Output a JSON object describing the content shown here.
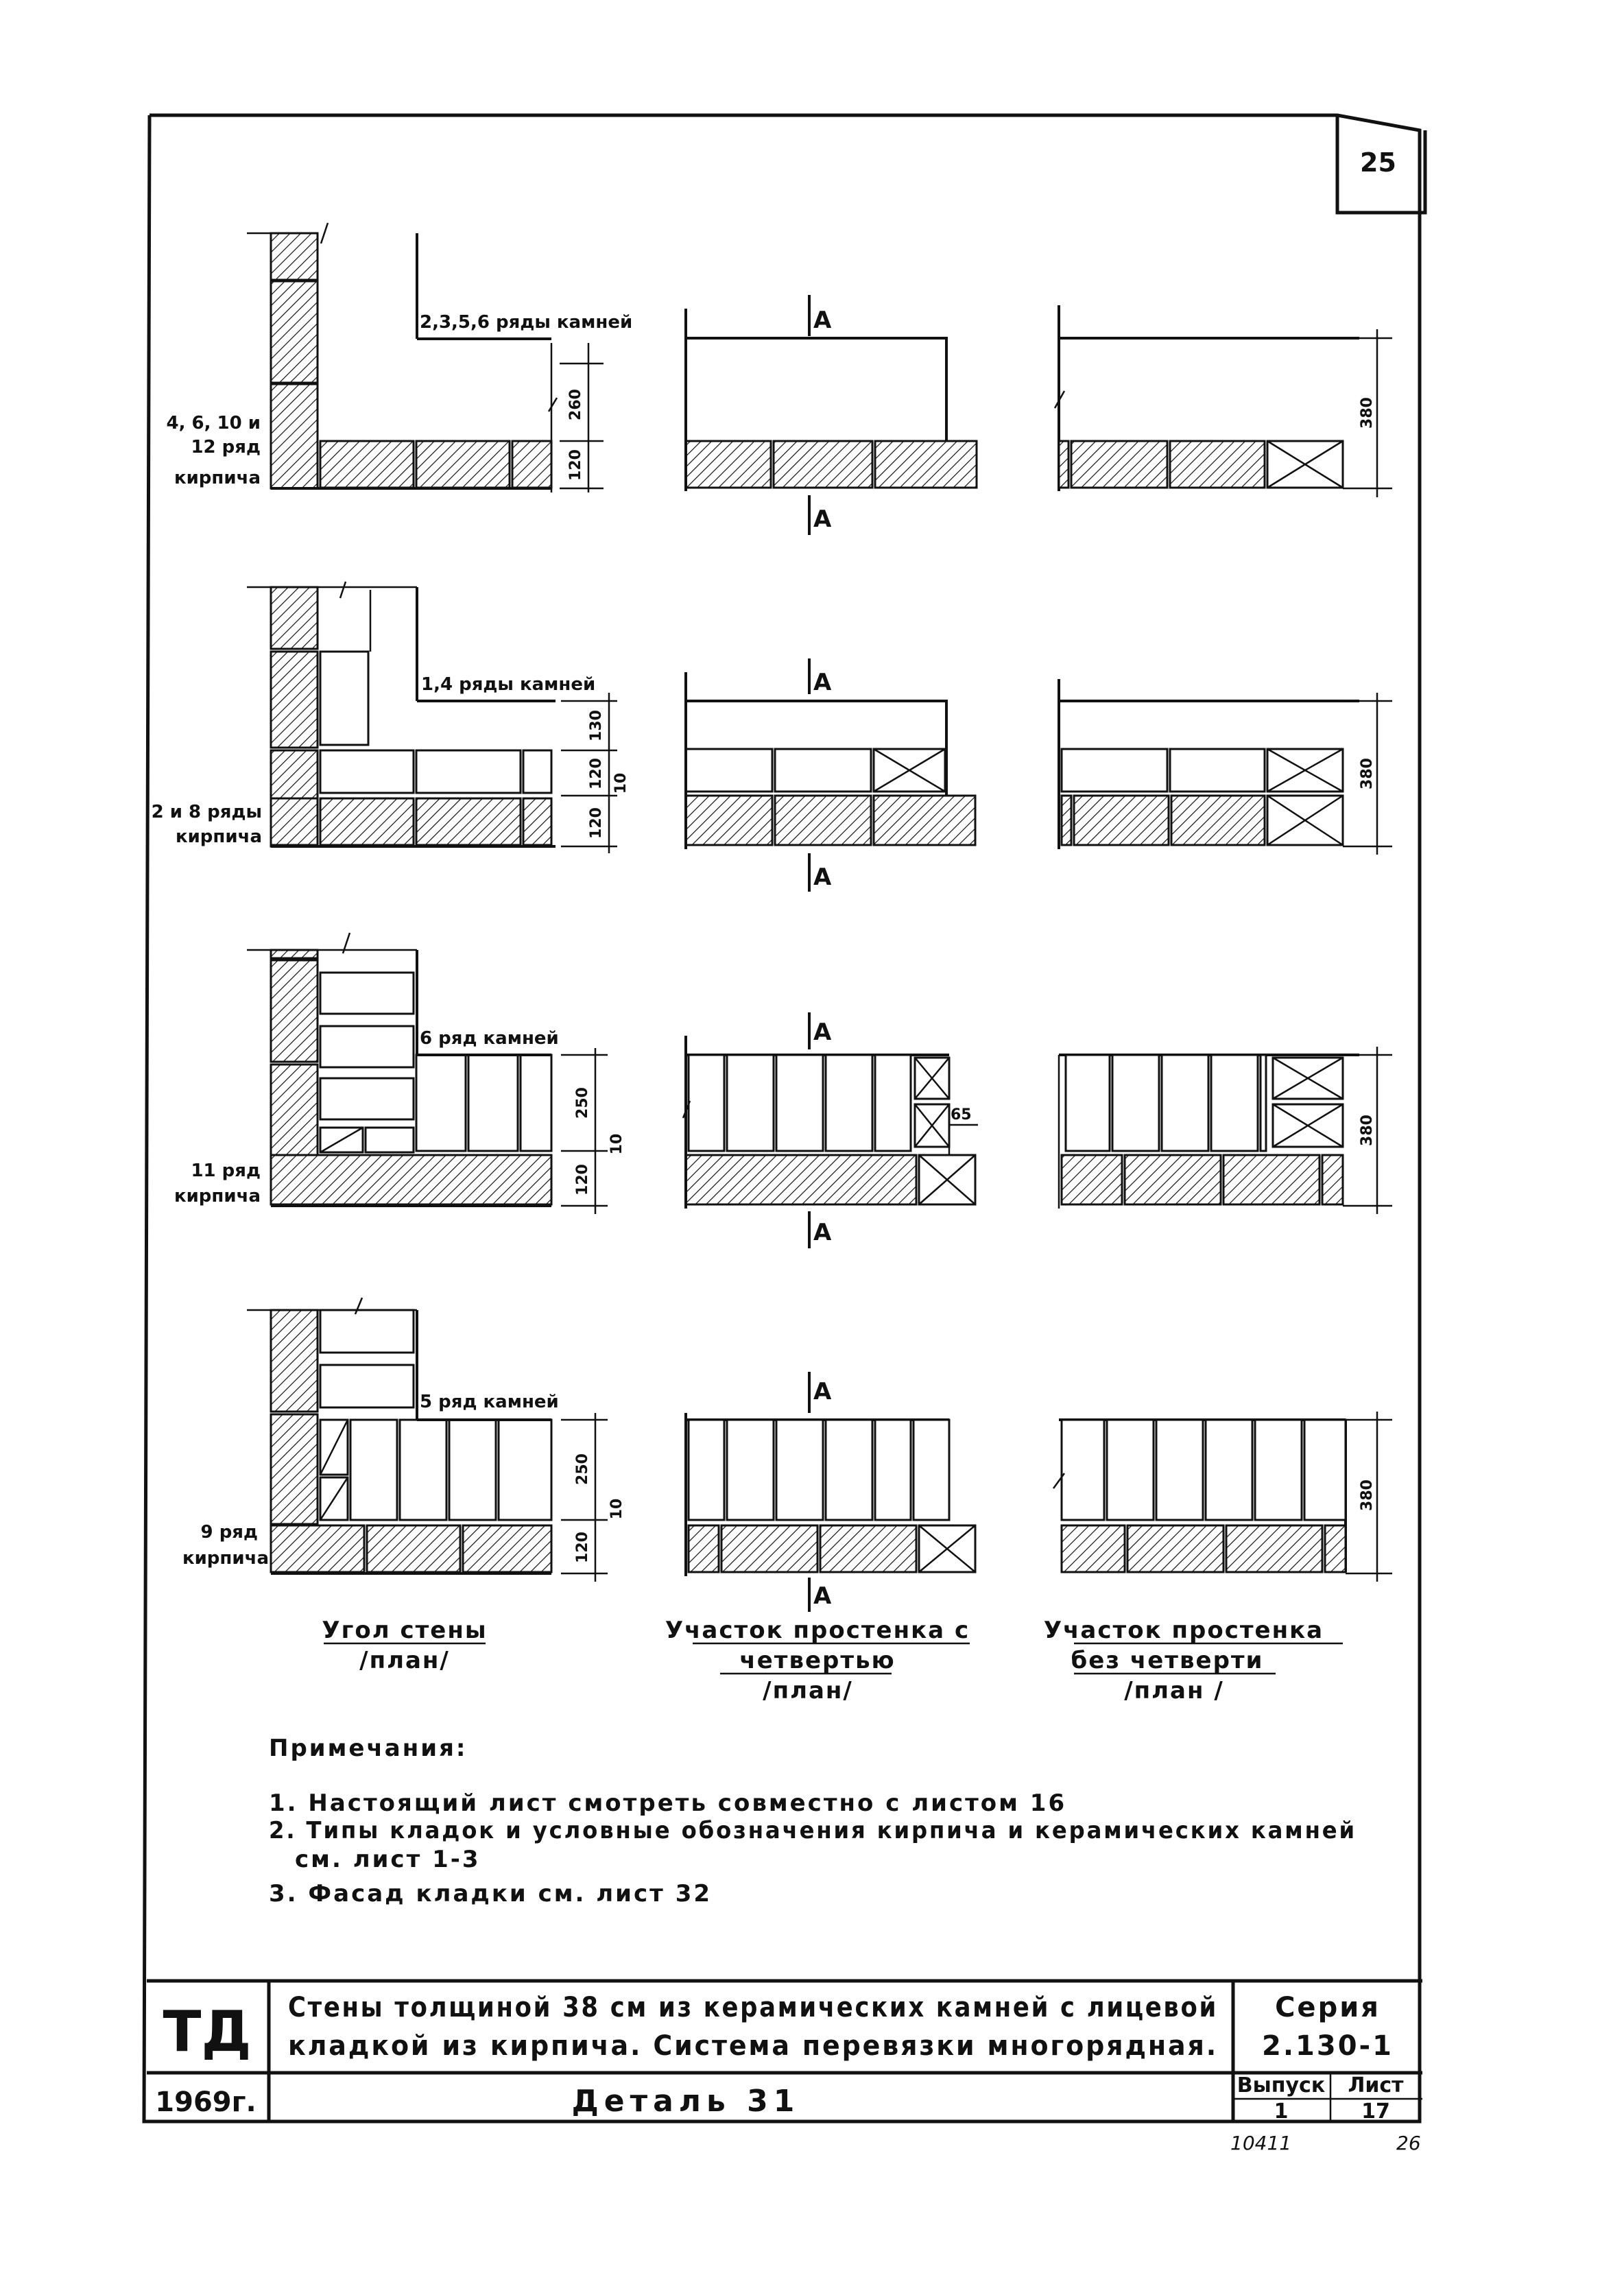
{
  "sheet_number": "25",
  "row_labels": [
    "4, 6, 10 и 12 ряд кирпича",
    "2 и 8 ряды кирпича",
    "11 ряд кирпича",
    "9 ряд кирпича"
  ],
  "row_label_lines": [
    [
      "4, 6, 10 и",
      "12 ряд",
      "кирпича"
    ],
    [
      "2 и 8 ряды",
      "кирпича"
    ],
    [
      "11 ряд",
      "кирпича"
    ],
    [
      "9 ряд",
      "кирпича"
    ]
  ],
  "stone_row_labels": [
    "2,3,5,6 ряды камней",
    "1,4 ряды камней",
    "6 ряд камней",
    "5 ряд камней"
  ],
  "section_mark": "А",
  "dimensions": {
    "row1_left": [
      "260",
      "120"
    ],
    "row2_left": [
      "130",
      "120",
      "10",
      "120"
    ],
    "row3_left": [
      "250",
      "10",
      "120"
    ],
    "row4_left": [
      "250",
      "10",
      "120"
    ],
    "row3_mid": "65",
    "right": "380"
  },
  "captions": [
    {
      "lines": [
        "Угол стены",
        "/план/"
      ]
    },
    {
      "lines": [
        "Участок простенка с",
        "четвертью",
        "/план/"
      ]
    },
    {
      "lines": [
        "Участок простенка",
        "без четверти",
        "/план /"
      ]
    }
  ],
  "notes": {
    "title": "Примечания:",
    "items": [
      "1. Настоящий лист смотреть совместно с листом 16",
      "2. Типы кладок и условные обозначения кирпича и керамических камней",
      "см. лист 1-3",
      "3. Фасад кладки см. лист 32"
    ]
  },
  "title_block": {
    "org": "ТД",
    "title_lines": [
      "Стены толщиной 38 см из керамических камней с лицевой",
      "кладкой из кирпича. Система перевязки многорядная."
    ],
    "series_label": "Серия",
    "series_value": "2.130-1",
    "year": "1969г.",
    "detail": "Деталь 31",
    "issue_label": "Выпуск",
    "issue_value": "1",
    "sheet_label": "Лист",
    "sheet_value": "17"
  },
  "footer": {
    "left": "10411",
    "right": "26"
  }
}
